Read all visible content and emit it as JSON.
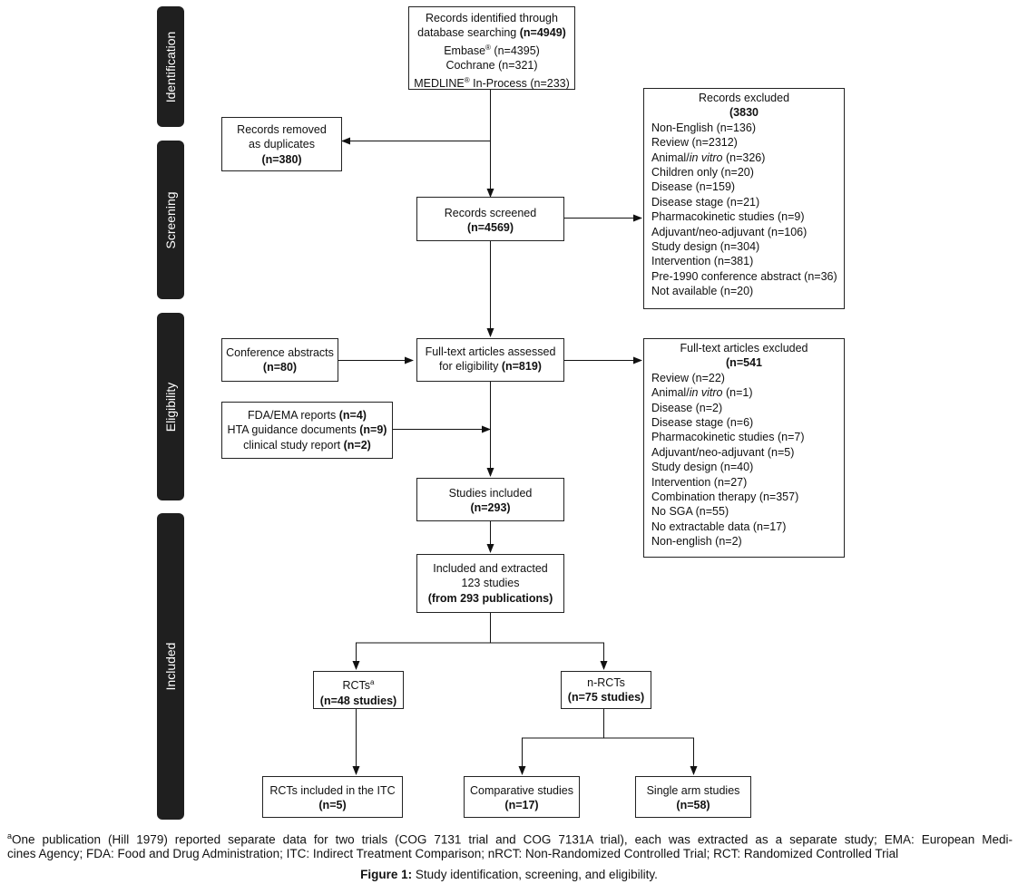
{
  "phases": {
    "identification": "Identification",
    "screening": "Screening",
    "eligibility": "Eligibility",
    "included": "Included"
  },
  "identified": {
    "line1": "Records identified through",
    "line2_pre": "database searching ",
    "line2_bold": "(n=4949)",
    "embase_name": "Embase",
    "embase_sup": "®",
    "embase_count": " (n=4395)",
    "cochrane": "Cochrane (n=321)",
    "medline_name": "MEDLINE",
    "medline_sup": "®",
    "medline_rest": " In-Process (n=233)"
  },
  "duplicates": {
    "line1": "Records removed",
    "line2": "as duplicates",
    "count": "(n=380)"
  },
  "screened": {
    "label": "Records screened",
    "count": "(n=4569)"
  },
  "excluded": {
    "title": "Records excluded",
    "count": "(3830",
    "items": [
      "Non-English (n=136)",
      "Review (n=2312)",
      "Animal/",
      "Children only (n=20)",
      "Disease (n=159)",
      "Disease stage (n=21)",
      "Pharmacokinetic studies (n=9)",
      "Adjuvant/neo-adjuvant (n=106)",
      "Study design (n=304)",
      "Intervention (n=381)",
      "Pre-1990 conference abstract (n=36)",
      "Not available (n=20)"
    ],
    "animal_italic": "in vitro",
    "animal_count": " (n=326)"
  },
  "conference": {
    "label": "Conference abstracts",
    "count": "(n=80)"
  },
  "fulltext": {
    "line1": "Full-text articles assessed",
    "line2_pre": "for eligibility ",
    "line2_bold": "(n=819)"
  },
  "reports": {
    "l1_pre": "FDA/EMA reports ",
    "l1_bold": "(n=4)",
    "l2_pre": "HTA guidance documents ",
    "l2_bold": "(n=9)",
    "l3_pre": "clinical study report ",
    "l3_bold": "(n=2)"
  },
  "fulltext_excluded": {
    "title": "Full-text articles excluded",
    "count": "(n=541",
    "review": "Review (n=22)",
    "animal_pre": "Animal/",
    "animal_italic": "in vitro",
    "animal_count": " (n=1)",
    "items": [
      "Disease (n=2)",
      "Disease stage (n=6)",
      "Pharmacokinetic studies (n=7)",
      "Adjuvant/neo-adjuvant (n=5)",
      "Study design (n=40)",
      "Intervention (n=27)",
      "Combination therapy (n=357)",
      "No SGA (n=55)",
      "No extractable data (n=17)",
      "Non-english (n=2)"
    ]
  },
  "studies_included": {
    "label": "Studies included",
    "count": "(n=293)"
  },
  "extracted": {
    "line1": "Included and extracted",
    "line2": "123 studies",
    "line3": "(from 293 publications)"
  },
  "rcts": {
    "label": "RCTs",
    "sup": "a",
    "count": "(n=48 studies)"
  },
  "nrcts": {
    "label": "n-RCTs",
    "count": "(n=75 studies)"
  },
  "rcts_itc": {
    "label": "RCTs included in the ITC",
    "count": "(n=5)"
  },
  "comparative": {
    "label": "Comparative studies",
    "count": "(n=17)"
  },
  "single_arm": {
    "label": "Single arm studies",
    "count": "(n=58)"
  },
  "footnote": {
    "line1_sup": "a",
    "line1": "One publication (Hill 1979) reported separate data for two trials (COG 7131 trial and COG 7131A trial), each was extracted as a separate study; EMA: European Medi-",
    "line2": "cines Agency; FDA: Food and Drug Administration; ITC: Indirect Treatment Comparison; nRCT: Non-Randomized Controlled Trial; RCT: Randomized Controlled Trial"
  },
  "caption": {
    "bold": "Figure 1:",
    "text": " Study identification, screening, and eligibility."
  }
}
